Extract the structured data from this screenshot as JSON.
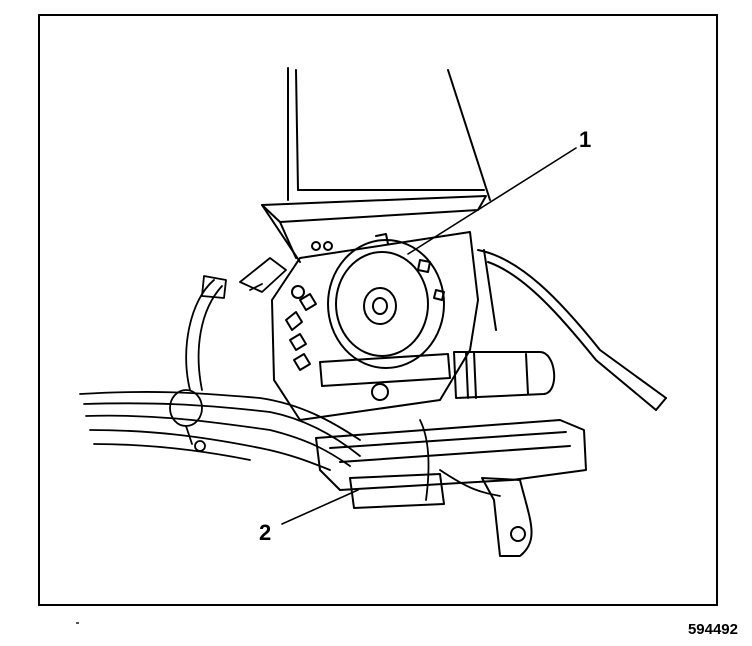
{
  "callouts": {
    "label_1": "1",
    "label_2": "2"
  },
  "figure_id": "594492",
  "colors": {
    "ink": "#000000",
    "paper": "#ffffff"
  }
}
